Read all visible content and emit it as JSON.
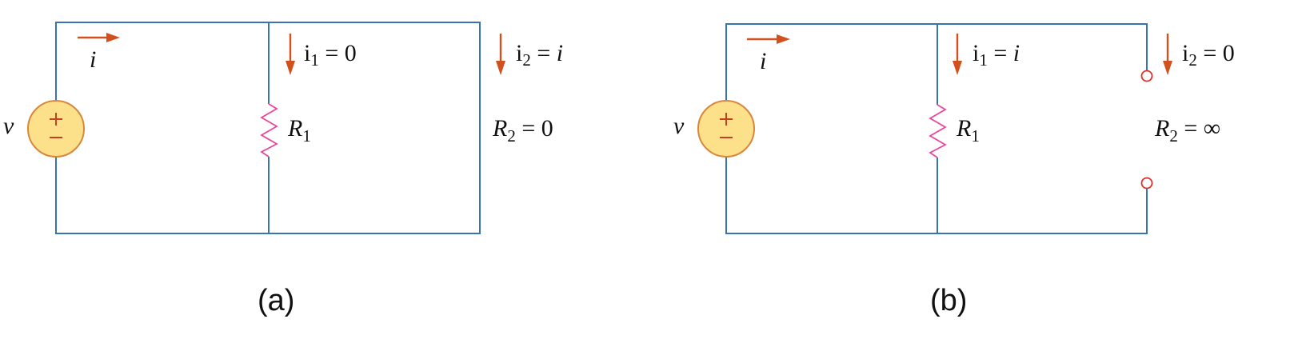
{
  "colors": {
    "wire": "#3a74b0",
    "resistor": "#e8489a",
    "arrow": "#d2501e",
    "source_fill": "#fce08a",
    "source_stroke": "#d8873c",
    "terminal": "#e0302a"
  },
  "circuit_a": {
    "caption": "(a)",
    "source_label": "v",
    "source_plus": "+",
    "source_minus": "−",
    "current_label": "i",
    "i1": {
      "sym": "i",
      "sub": "1",
      "rhs": " = 0"
    },
    "i2": {
      "sym": "i",
      "sub": "2",
      "rhs": " = ",
      "rhs_var": "i"
    },
    "r1": {
      "sym": "R",
      "sub": "1"
    },
    "r2": {
      "sym": "R",
      "sub": "2",
      "rhs": " = 0"
    }
  },
  "circuit_b": {
    "caption": "(b)",
    "source_label": "v",
    "source_plus": "+",
    "source_minus": "−",
    "current_label": "i",
    "i1": {
      "sym": "i",
      "sub": "1",
      "rhs": " = ",
      "rhs_var": "i"
    },
    "i2": {
      "sym": "i",
      "sub": "2",
      "rhs": " = 0"
    },
    "r1": {
      "sym": "R",
      "sub": "1"
    },
    "r2": {
      "sym": "R",
      "sub": "2",
      "rhs": " = ∞"
    }
  }
}
